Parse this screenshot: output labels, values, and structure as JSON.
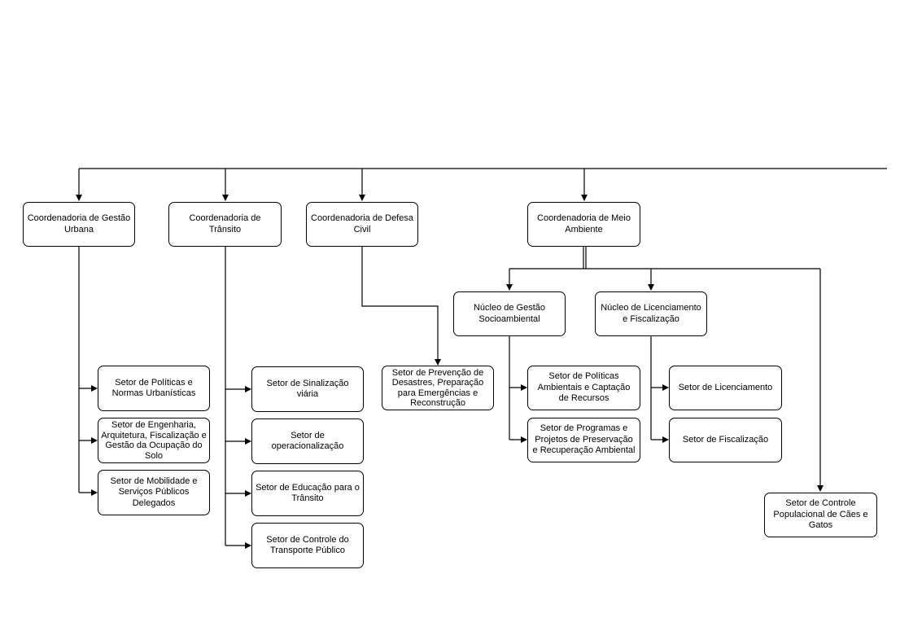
{
  "coordinations": {
    "gestao_urbana": "Coordenadoria de Gestão Urbana",
    "transito": "Coordenadoria de Trânsito",
    "defesa_civil": "Coordenadoria de Defesa Civil",
    "meio_ambiente": "Coordenadoria de Meio Ambiente"
  },
  "nucleos": {
    "gestao_socioambiental": "Núcleo de Gestão Socioambiental",
    "licenciamento_fiscalizacao": "Núcleo de Licenciamento e Fiscalização"
  },
  "setores": {
    "politicas_normas": "Setor de Políticas e Normas Urbanísticas",
    "engenharia": "Setor de Engenharia, Arquitetura, Fiscalização e Gestão da Ocupação do Solo",
    "mobilidade": "Setor de Mobilidade e Serviços Públicos Delegados",
    "sinalizacao": "Setor de Sinalização viária",
    "operacionalizacao": "Setor de operacionalização",
    "educacao_transito": "Setor de Educação para o Trânsito",
    "controle_transporte": "Setor de Controle do Transporte Público",
    "prevencao_desastres": "Setor de Prevenção de Desastres, Preparação para Emergências e Reconstrução",
    "politicas_ambientais": "Setor de Políticas Ambientais e Captação de Recursos",
    "programas_preservacao": "Setor de Programas e Projetos de Preservação e Recuperação Ambiental",
    "licenciamento": "Setor de Licenciamento",
    "fiscalizacao": "Setor de Fiscalização",
    "controle_populacional": "Setor de Controle Populacional de Cães e Gatos"
  }
}
